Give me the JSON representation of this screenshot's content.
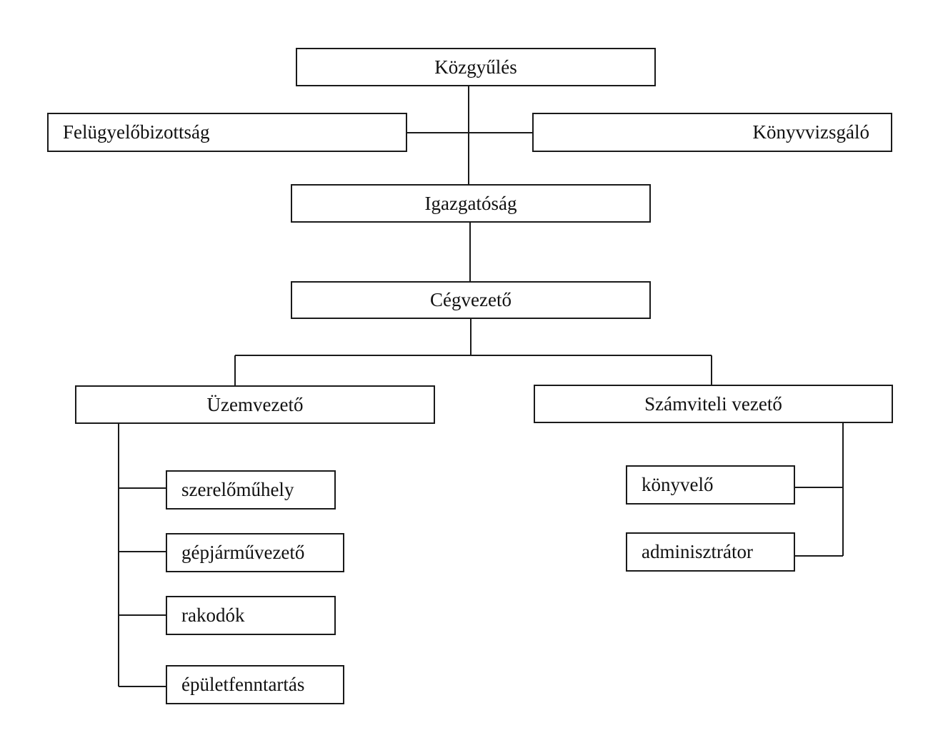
{
  "diagram": {
    "nodes": {
      "kozgyules": "Közgyűlés",
      "felugyelobizottsag": "Felügyelőbizottság",
      "konyvvizsgalo": "Könyvvizsgáló",
      "igazgatosag": "Igazgatóság",
      "cegvezeto": "Cégvezető",
      "uzemvezeto": "Üzemvezető",
      "szamviteli_vezeto": "Számviteli vezető",
      "szerelomuhely": "szerelőműhely",
      "gepjarmuvezeto": "gépjárművezető",
      "rakodok": "rakodók",
      "epuletfenntartas": "épületfenntartás",
      "konyvelo": "könyvelő",
      "adminisztrator": "adminisztrátor"
    },
    "edges": [
      [
        "kozgyules",
        "igazgatosag"
      ],
      [
        "felugyelobizottsag",
        "konyvvizsgalo"
      ],
      [
        "igazgatosag",
        "cegvezeto"
      ],
      [
        "cegvezeto",
        "uzemvezeto"
      ],
      [
        "cegvezeto",
        "szamviteli_vezeto"
      ],
      [
        "uzemvezeto",
        "szerelomuhely"
      ],
      [
        "uzemvezeto",
        "gepjarmuvezeto"
      ],
      [
        "uzemvezeto",
        "rakodok"
      ],
      [
        "uzemvezeto",
        "epuletfenntartas"
      ],
      [
        "szamviteli_vezeto",
        "konyvelo"
      ],
      [
        "szamviteli_vezeto",
        "adminisztrator"
      ]
    ]
  }
}
